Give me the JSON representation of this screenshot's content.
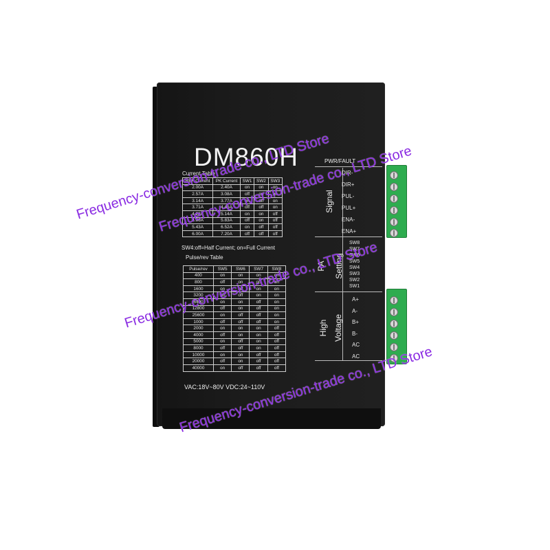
{
  "product": {
    "model": "DM860H",
    "current_table_title": "Current Table",
    "current_headers": [
      "REF Current",
      "PK Current",
      "SW1",
      "SW2",
      "SW3"
    ],
    "current_rows": [
      [
        "2.00A",
        "2.40A",
        "on",
        "on",
        "on"
      ],
      [
        "2.57A",
        "3.08A",
        "off",
        "on",
        "on"
      ],
      [
        "3.14A",
        "3.77A",
        "on",
        "off",
        "on"
      ],
      [
        "3.71A",
        "4.45A",
        "off",
        "off",
        "on"
      ],
      [
        "4.28A",
        "5.14A",
        "on",
        "on",
        "off"
      ],
      [
        "4.86A",
        "5.83A",
        "off",
        "on",
        "off"
      ],
      [
        "5.43A",
        "6.52A",
        "on",
        "off",
        "off"
      ],
      [
        "6.00A",
        "7.20A",
        "off",
        "off",
        "off"
      ]
    ],
    "sw4_note": "SW4:off=Half Current; on=Full Current",
    "pulse_table_title": "Pulse/rev Table",
    "pulse_headers": [
      "Pulse/rev",
      "SW5",
      "SW6",
      "SW7",
      "SW8"
    ],
    "pulse_rows": [
      [
        "400",
        "on",
        "on",
        "on",
        "on"
      ],
      [
        "800",
        "off",
        "on",
        "on",
        "on"
      ],
      [
        "1600",
        "on",
        "off",
        "on",
        "on"
      ],
      [
        "3200",
        "off",
        "off",
        "on",
        "on"
      ],
      [
        "6400",
        "on",
        "on",
        "off",
        "on"
      ],
      [
        "12800",
        "off",
        "on",
        "off",
        "on"
      ],
      [
        "25600",
        "on",
        "off",
        "off",
        "on"
      ],
      [
        "1000",
        "off",
        "off",
        "off",
        "on"
      ],
      [
        "2000",
        "on",
        "on",
        "on",
        "off"
      ],
      [
        "4000",
        "off",
        "on",
        "on",
        "off"
      ],
      [
        "5000",
        "on",
        "off",
        "on",
        "off"
      ],
      [
        "8000",
        "off",
        "off",
        "on",
        "off"
      ],
      [
        "10000",
        "on",
        "on",
        "off",
        "off"
      ],
      [
        "20000",
        "off",
        "on",
        "off",
        "off"
      ],
      [
        "40000",
        "on",
        "off",
        "off",
        "off"
      ]
    ],
    "voltage_note": "VAC:18V~80V  VDC:24~110V",
    "panel": {
      "head": "PWR/FAULT",
      "signal_label": "Signal",
      "signal_pins": [
        "DIR-",
        "DIR+",
        "PUL-",
        "PUL+",
        "ENA-",
        "ENA+"
      ],
      "pa_label_1": "PA",
      "pa_label_2": "Setting",
      "switches": [
        "SW8",
        "SW7",
        "SW6",
        "SW5",
        "SW4",
        "SW3",
        "SW2",
        "SW1"
      ],
      "hv_label_1": "High",
      "hv_label_2": "Voltage",
      "power_pins": [
        "A+",
        "A-",
        "B+",
        "B-",
        "AC",
        "AC"
      ]
    }
  },
  "watermarks": [
    "Frequency-conversion-trade co., LTD Store",
    "Frequency-conversion-trade co., LTD Store",
    "Frequency-conversion-trade co., LTD Store",
    "Frequency-conversion-trade co., LTD Store"
  ],
  "colors": {
    "body": "#1a1a1a",
    "connector": "#2eac4f",
    "watermark": "#8a2be2",
    "background": "#ffffff"
  }
}
